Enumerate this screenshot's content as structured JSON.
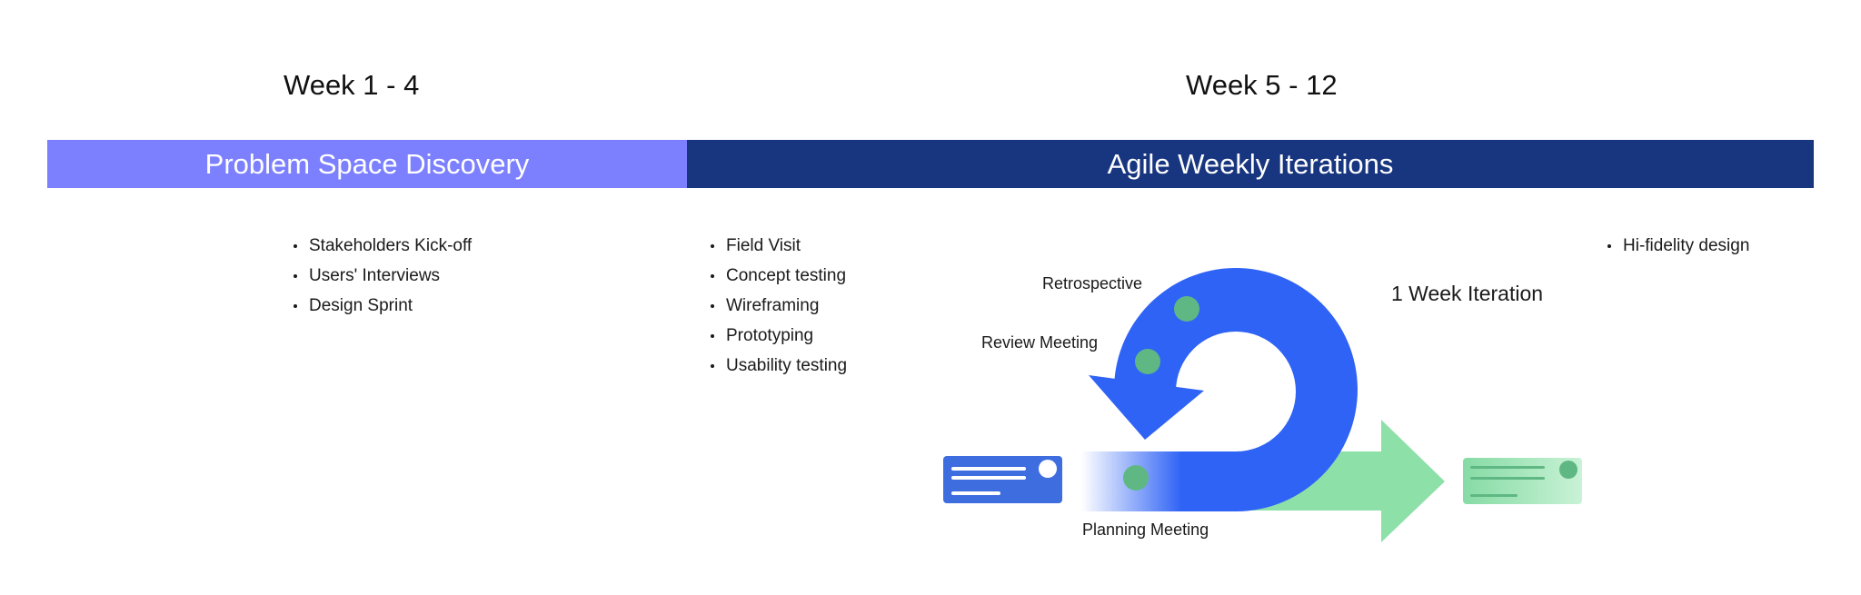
{
  "weeks": {
    "left": "Week 1 - 4",
    "right": "Week 5 - 12"
  },
  "phases": {
    "discovery": {
      "label": "Problem Space Discovery",
      "color": "#7c80ff"
    },
    "agile": {
      "label": "Agile Weekly Iterations",
      "color": "#18357f"
    }
  },
  "discovery_activities": [
    "Stakeholders Kick-off",
    "Users' Interviews",
    "Design Sprint"
  ],
  "agile_activities": [
    "Field Visit",
    "Concept testing",
    "Wireframing",
    "Prototyping",
    "Usability testing"
  ],
  "output_activities": [
    "Hi-fidelity design"
  ],
  "cycle": {
    "iteration_label": "1 Week Iteration",
    "retrospective_label": "Retrospective",
    "review_label": "Review Meeting",
    "planning_label": "Planning Meeting",
    "icons": {
      "loop": "circular-arrow-icon",
      "forward": "forward-arrow-icon",
      "input": "backlog-card-icon",
      "output": "deliverable-card-icon"
    },
    "colors": {
      "loop": "#2f63f5",
      "forward": "#8ee0a9",
      "marker": "#5fb883",
      "input_card": "#3e6de0",
      "output_card": "#86dba4"
    }
  }
}
